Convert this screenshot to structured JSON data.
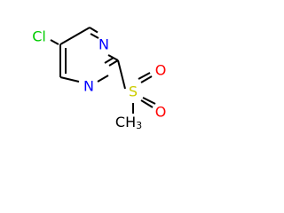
{
  "molecule": {
    "atoms": {
      "chlorine": {
        "label": "Cl",
        "color": "#00cc00"
      },
      "nitrogen_top": {
        "label": "N",
        "color": "#0000ff"
      },
      "nitrogen_bottom": {
        "label": "N",
        "color": "#0000ff"
      },
      "sulfur": {
        "label": "S",
        "color": "#cccc00"
      },
      "oxygen_top": {
        "label": "O",
        "color": "#ff0000"
      },
      "oxygen_bottom": {
        "label": "O",
        "color": "#ff0000"
      },
      "methyl": {
        "label": "CH",
        "subscript": "3",
        "color": "#000000"
      }
    },
    "bond_color": "#000000"
  }
}
